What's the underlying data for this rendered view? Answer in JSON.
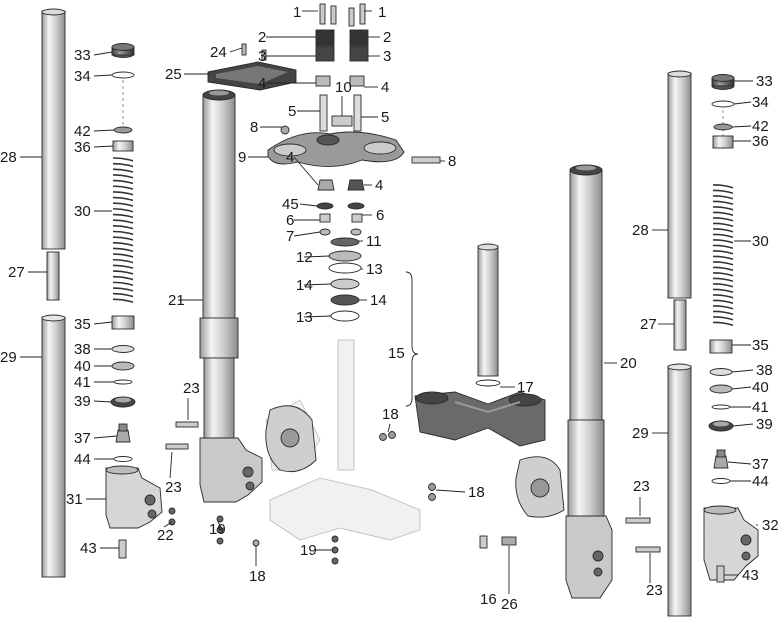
{
  "diagram": {
    "type": "exploded-parts-view",
    "callouts": [
      {
        "id": "c1a",
        "text": "1"
      },
      {
        "id": "c1b",
        "text": "1"
      },
      {
        "id": "c2a",
        "text": "2"
      },
      {
        "id": "c2b",
        "text": "2"
      },
      {
        "id": "c3a",
        "text": "3"
      },
      {
        "id": "c3b",
        "text": "3"
      },
      {
        "id": "c4a",
        "text": "4"
      },
      {
        "id": "c4b",
        "text": "4"
      },
      {
        "id": "c4c",
        "text": "4"
      },
      {
        "id": "c4d",
        "text": "4"
      },
      {
        "id": "c5a",
        "text": "5"
      },
      {
        "id": "c5b",
        "text": "5"
      },
      {
        "id": "c6a",
        "text": "6"
      },
      {
        "id": "c6b",
        "text": "6"
      },
      {
        "id": "c7",
        "text": "7"
      },
      {
        "id": "c8a",
        "text": "8"
      },
      {
        "id": "c8b",
        "text": "8"
      },
      {
        "id": "c9",
        "text": "9"
      },
      {
        "id": "c10",
        "text": "10"
      },
      {
        "id": "c11",
        "text": "11"
      },
      {
        "id": "c12",
        "text": "12"
      },
      {
        "id": "c13a",
        "text": "13"
      },
      {
        "id": "c13b",
        "text": "13"
      },
      {
        "id": "c14a",
        "text": "14"
      },
      {
        "id": "c14b",
        "text": "14"
      },
      {
        "id": "c15",
        "text": "15"
      },
      {
        "id": "c16",
        "text": "16"
      },
      {
        "id": "c17",
        "text": "17"
      },
      {
        "id": "c18a",
        "text": "18"
      },
      {
        "id": "c18b",
        "text": "18"
      },
      {
        "id": "c18c",
        "text": "18"
      },
      {
        "id": "c19a",
        "text": "19"
      },
      {
        "id": "c19b",
        "text": "19"
      },
      {
        "id": "c20",
        "text": "20"
      },
      {
        "id": "c21",
        "text": "21"
      },
      {
        "id": "c22",
        "text": "22"
      },
      {
        "id": "c23a",
        "text": "23"
      },
      {
        "id": "c23b",
        "text": "23"
      },
      {
        "id": "c23c",
        "text": "23"
      },
      {
        "id": "c23d",
        "text": "23"
      },
      {
        "id": "c24",
        "text": "24"
      },
      {
        "id": "c25",
        "text": "25"
      },
      {
        "id": "c26",
        "text": "26"
      },
      {
        "id": "c27a",
        "text": "27"
      },
      {
        "id": "c27b",
        "text": "27"
      },
      {
        "id": "c28a",
        "text": "28"
      },
      {
        "id": "c28b",
        "text": "28"
      },
      {
        "id": "c29a",
        "text": "29"
      },
      {
        "id": "c29b",
        "text": "29"
      },
      {
        "id": "c30a",
        "text": "30"
      },
      {
        "id": "c30b",
        "text": "30"
      },
      {
        "id": "c31",
        "text": "31"
      },
      {
        "id": "c32",
        "text": "32"
      },
      {
        "id": "c33a",
        "text": "33"
      },
      {
        "id": "c33b",
        "text": "33"
      },
      {
        "id": "c34a",
        "text": "34"
      },
      {
        "id": "c34b",
        "text": "34"
      },
      {
        "id": "c35a",
        "text": "35"
      },
      {
        "id": "c35b",
        "text": "35"
      },
      {
        "id": "c36a",
        "text": "36"
      },
      {
        "id": "c36b",
        "text": "36"
      },
      {
        "id": "c37a",
        "text": "37"
      },
      {
        "id": "c37b",
        "text": "37"
      },
      {
        "id": "c38a",
        "text": "38"
      },
      {
        "id": "c38b",
        "text": "38"
      },
      {
        "id": "c39a",
        "text": "39"
      },
      {
        "id": "c39b",
        "text": "39"
      },
      {
        "id": "c40a",
        "text": "40"
      },
      {
        "id": "c40b",
        "text": "40"
      },
      {
        "id": "c41a",
        "text": "41"
      },
      {
        "id": "c41b",
        "text": "41"
      },
      {
        "id": "c42a",
        "text": "42"
      },
      {
        "id": "c42b",
        "text": "42"
      },
      {
        "id": "c43a",
        "text": "43"
      },
      {
        "id": "c43b",
        "text": "43"
      },
      {
        "id": "c44a",
        "text": "44"
      },
      {
        "id": "c44b",
        "text": "44"
      },
      {
        "id": "c45",
        "text": "45"
      }
    ]
  }
}
